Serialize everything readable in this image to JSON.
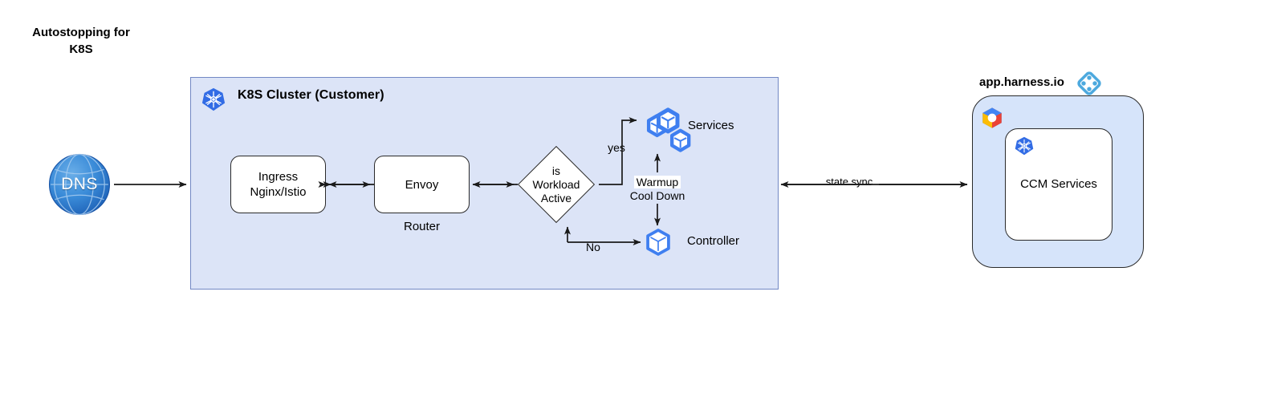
{
  "title": "Autostopping for\nK8S",
  "cluster": {
    "title": "K8S Cluster (Customer)",
    "icon": "kubernetes-icon",
    "nodes": {
      "ingress": {
        "label": "Ingress\nNginx/Istio",
        "name": "ingress-node"
      },
      "envoy": {
        "label": "Envoy",
        "name": "envoy-node",
        "sublabel": "Router"
      },
      "decision": {
        "label": "is\nWorkload\nActive",
        "name": "decision-node"
      },
      "services": {
        "label": "Services",
        "icon": "kubernetes-pods-icon"
      },
      "controller": {
        "label": "Controller",
        "icon": "kubernetes-pod-icon"
      }
    },
    "edges": {
      "yes": "yes",
      "no": "No",
      "warmup_line1": "Warmup",
      "warmup_line2": "Cool Down"
    }
  },
  "dns": {
    "label": "DNS",
    "icon": "globe-icon"
  },
  "state_sync": {
    "label": "state sync"
  },
  "harness": {
    "title": "app.harness.io",
    "logo": "harness-diamond-logo",
    "cloud_icon": "google-cloud-icon",
    "ccm": {
      "label": "CCM Services",
      "icon": "kubernetes-icon"
    }
  },
  "colors": {
    "panel_fill": "#dce4f7",
    "panel_border": "#7288c4",
    "harness_fill": "#d6e4fa",
    "k8s_blue": "#326ce5",
    "dns_blue": "#2b7bd4",
    "harness_blue": "#4DA9DE",
    "line": "#1a1a1a"
  }
}
